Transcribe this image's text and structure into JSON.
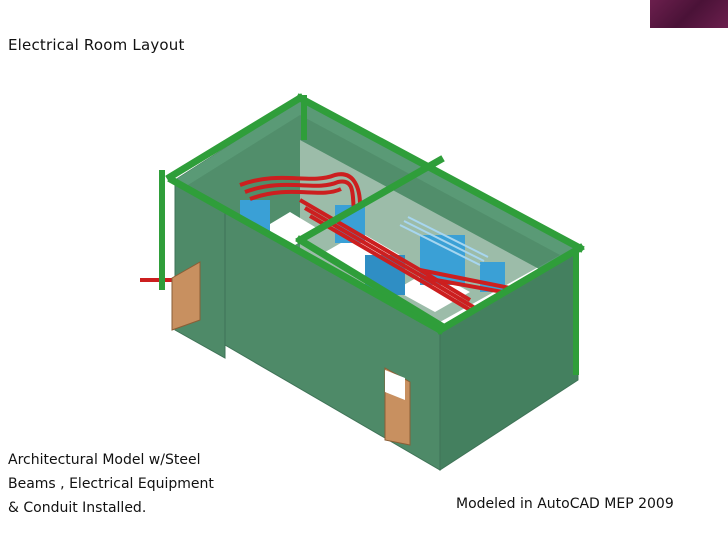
{
  "slide": {
    "title": "Electrical Room Layout",
    "caption_lines": [
      "Architectural Model w/Steel",
      "Beams , Electrical Equipment",
      "& Conduit Installed."
    ],
    "credit": "Modeled in AutoCAD MEP 2009"
  },
  "colors": {
    "wall": "#4e8a68",
    "wall_dark": "#3f7357",
    "beam": "#2f9e3a",
    "conduit": "#cc1f1f",
    "equipment": "#3aa0d6",
    "door": "#c89060",
    "accent": "#5a1840"
  }
}
